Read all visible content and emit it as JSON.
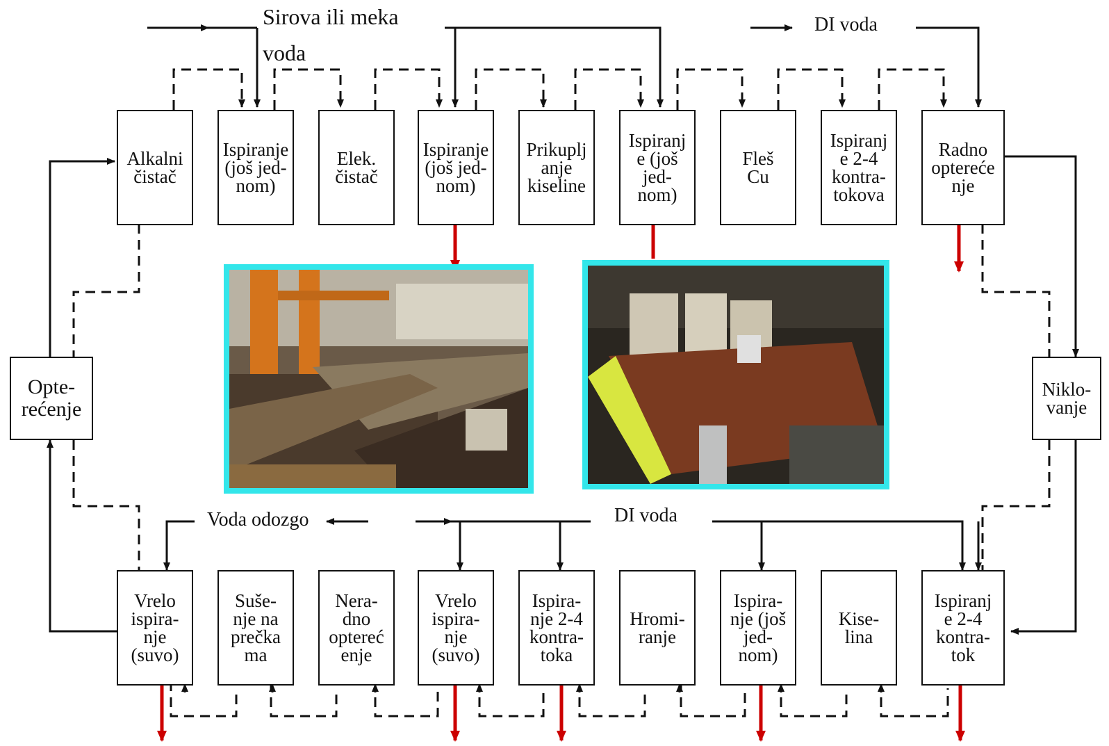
{
  "labels": {
    "raw_water_1": "Sirova ili meka",
    "raw_water_2": "voda",
    "di_water_top": "DI voda",
    "top_water": "Voda odozgo",
    "di_water_bottom": "DI voda"
  },
  "top_row": [
    "Alkalni\nčistač",
    "Ispiranje\n(još jed-\nnom)",
    "Elek.\nčistač",
    "Ispiranje\n(još jed-\nnom)",
    "Prikuplj\nanje\nkiseline",
    "Ispiranj\ne (još\njed-\nnom)",
    "Fleš\nCu",
    "Ispiranj\ne 2-4\nkontra-\ntokova",
    "Radno\nopterеće\nnje"
  ],
  "bottom_row": [
    "Vrelo\nispira-\nnje\n(suvo)",
    "Suše-\nnje na\nprečka\nma",
    "Nera-\ndno\nopterеć\nenje",
    "Vrelo\nispira-\nnje\n(suvo)",
    "Ispira-\nnje 2-4\nkontra-\ntoka",
    "Hromi-\nranje",
    "Ispira-\nnje (još\njed-\nnom)",
    "Kise-\nlina",
    "Ispiranj\ne 2-4\nkontra-\ntok"
  ],
  "left_box": "Opte-\nrećenje",
  "right_box": "Niklo-\nvanje",
  "colors": {
    "line": "#111111",
    "drain_arrow": "#cc0000",
    "photo_frame": "#33e6ea"
  }
}
